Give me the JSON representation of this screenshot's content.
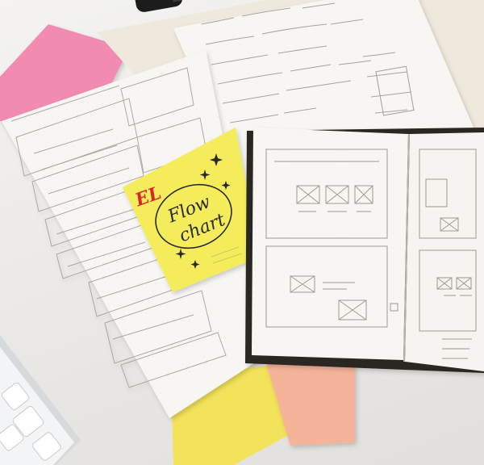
{
  "scene": {
    "description_free": true,
    "sticky_note": {
      "initials": "EL",
      "line1": "Flow",
      "line2": "chart",
      "colors": {
        "note": "#f4ec5a",
        "initials": "#d8262b",
        "ink": "#2b2b2b"
      }
    },
    "colors": {
      "desk": "#eeece9",
      "pink_note": "#f28bb2",
      "yellow_note": "#f3e35a",
      "peach_note": "#f5b39a",
      "notebook_cover": "#2a2522",
      "paper": "#f7f6f3",
      "pen": "#1c1c1c",
      "red_accent": "#d61f3c"
    },
    "icons": [
      "keyboard",
      "pen",
      "sparkle",
      "notebook",
      "sticky-note"
    ]
  }
}
